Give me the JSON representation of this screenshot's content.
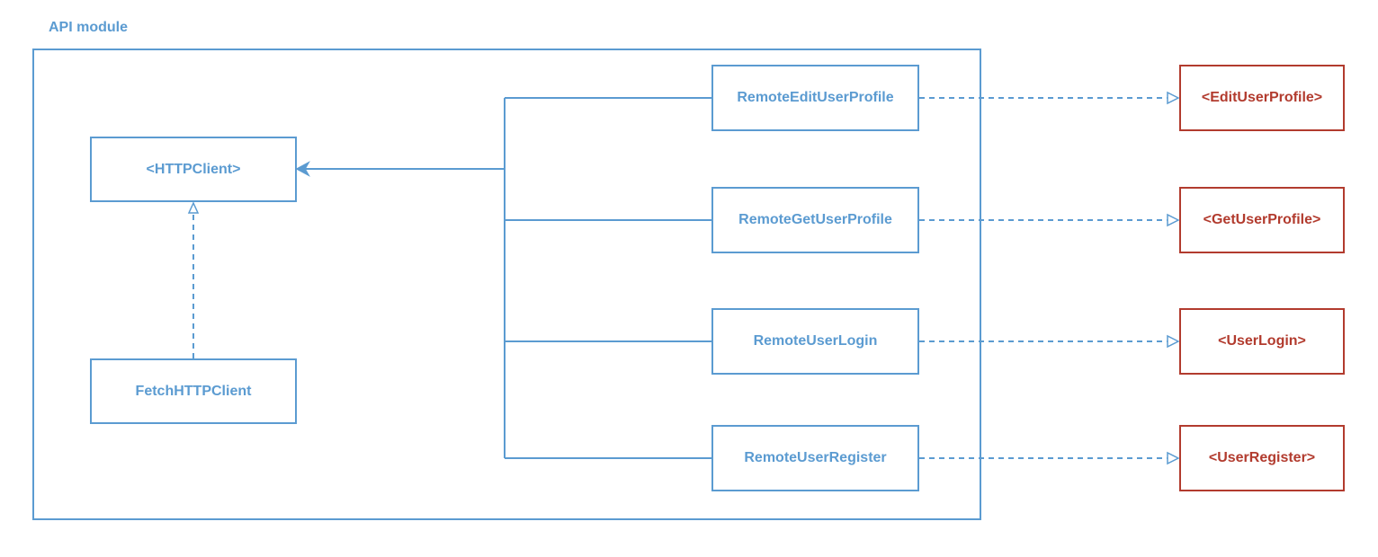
{
  "module": {
    "title": "API module"
  },
  "colors": {
    "internal": "#5b9bd1",
    "external": "#b23b2e"
  },
  "nodes": {
    "http_client": "<HTTPClient>",
    "fetch_http_client": "FetchHTTPClient",
    "remote_edit_user_profile": "RemoteEditUserProfile",
    "remote_get_user_profile": "RemoteGetUserProfile",
    "remote_user_login": "RemoteUserLogin",
    "remote_user_register": "RemoteUserRegister",
    "edit_user_profile": "<EditUserProfile>",
    "get_user_profile": "<GetUserProfile>",
    "user_login": "<UserLogin>",
    "user_register": "<UserRegister>"
  },
  "edges": [
    {
      "from": "fetch_http_client",
      "to": "http_client",
      "style": "dashed",
      "arrow": "open-triangle"
    },
    {
      "from": "remote_edit_user_profile",
      "to": "http_client",
      "style": "solid",
      "arrow": "filled"
    },
    {
      "from": "remote_get_user_profile",
      "to": "http_client",
      "style": "solid",
      "arrow": "filled"
    },
    {
      "from": "remote_user_login",
      "to": "http_client",
      "style": "solid",
      "arrow": "filled"
    },
    {
      "from": "remote_user_register",
      "to": "http_client",
      "style": "solid",
      "arrow": "filled"
    },
    {
      "from": "remote_edit_user_profile",
      "to": "edit_user_profile",
      "style": "dashed",
      "arrow": "open-triangle"
    },
    {
      "from": "remote_get_user_profile",
      "to": "get_user_profile",
      "style": "dashed",
      "arrow": "open-triangle"
    },
    {
      "from": "remote_user_login",
      "to": "user_login",
      "style": "dashed",
      "arrow": "open-triangle"
    },
    {
      "from": "remote_user_register",
      "to": "user_register",
      "style": "dashed",
      "arrow": "open-triangle"
    }
  ]
}
